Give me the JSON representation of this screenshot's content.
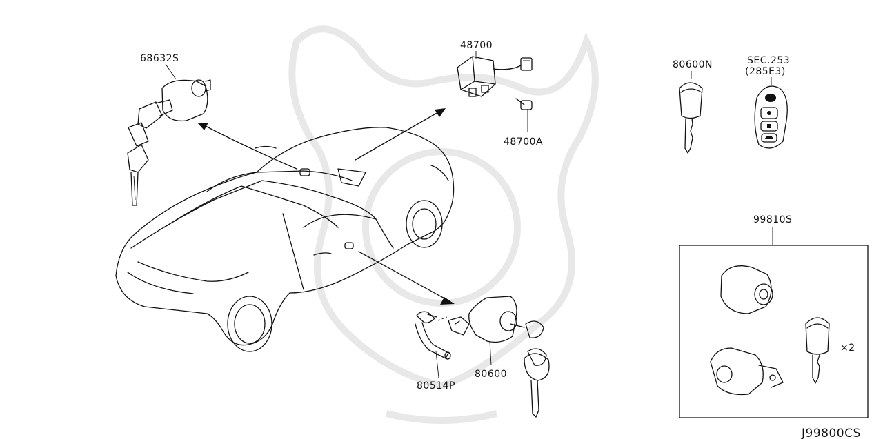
{
  "diagram": {
    "id": "J99800CS",
    "parts": {
      "p68632s": "68632S",
      "p48700": "48700",
      "p48700a": "48700A",
      "p80600n": "80600N",
      "sec_line1": "SEC.253",
      "sec_line2": "(285E3)",
      "p99810s": "99810S",
      "p80514p": "80514P",
      "p80600": "80600",
      "qty": "×2"
    }
  }
}
